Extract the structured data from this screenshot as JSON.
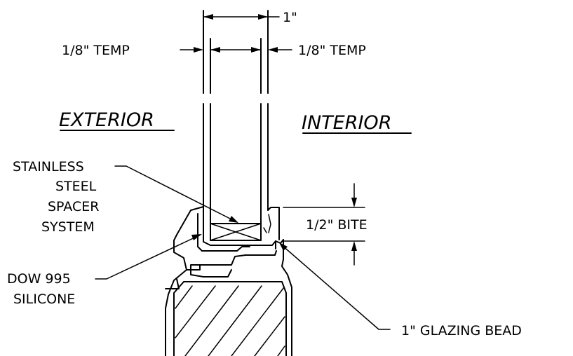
{
  "labels": {
    "total_thickness": "1\"",
    "left_lite": "1/8\" TEMP",
    "right_lite": "1/8\" TEMP",
    "exterior": "EXTERIOR",
    "interior": "INTERIOR",
    "spacer_line1": "STAINLESS",
    "spacer_line2": "STEEL",
    "spacer_line3": "SPACER",
    "spacer_line4": "SYSTEM",
    "bite": "1/2\" BITE",
    "silicone_line1": "DOW 995",
    "silicone_line2": "SILICONE",
    "glazing_bead": "1\" GLAZING BEAD"
  }
}
